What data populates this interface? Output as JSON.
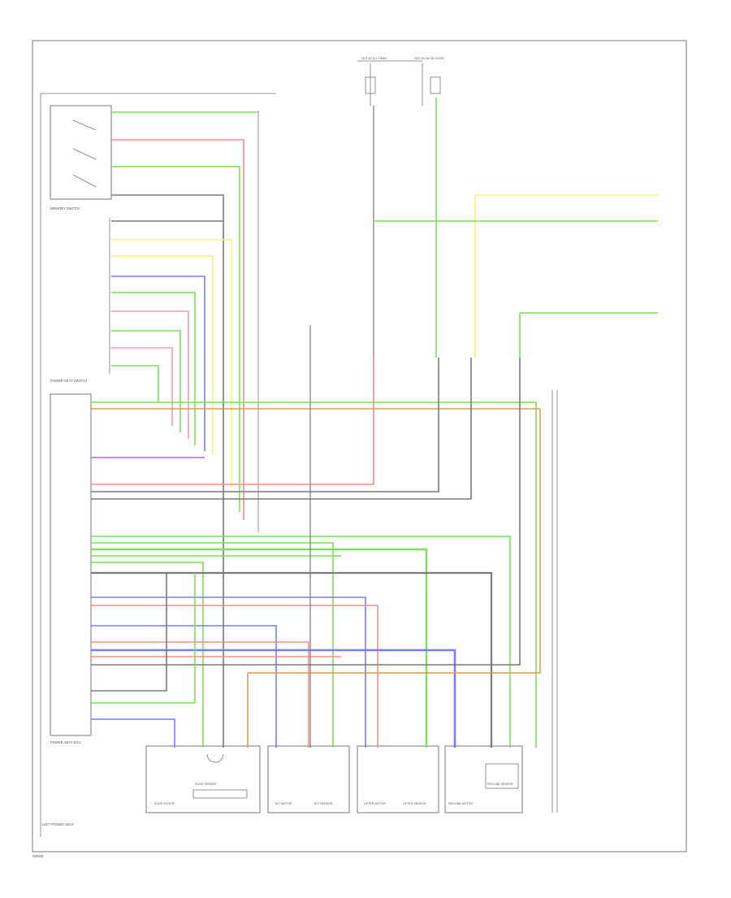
{
  "colors": {
    "green": "#7ddf5a",
    "red": "#ff8a8a",
    "yellow": "#f7f07a",
    "blue": "#7b7bff",
    "gray": "#7a7a7a",
    "purple": "#a66bd8",
    "orange": "#d8a040",
    "lightgreen": "#a8f07a",
    "pink": "#ff9ab0"
  },
  "labels": {
    "memory_switch": "MEMORY SWITCH",
    "power_seat_switch": "POWER SEAT SWITCH",
    "power_seat_ecu": "POWER SEAT ECU",
    "left_power_seat": "LEFT POWER SEAT",
    "slide_motor": "SLIDE MOTOR",
    "slide_sensor": "SLIDE SENSOR",
    "tilt_motor": "TILT MOTOR",
    "tilt_sensor": "TILT SENSOR",
    "lifter_motor": "LIFTER MOTOR",
    "lifter_sensor": "LIFTER SENSOR",
    "recline_motor": "RECLINE MOTOR",
    "recline_sensor": "RECLINE SENSOR",
    "fuse_1": "HOT AT ALL TIMES",
    "fuse_2": "HOT IN ON OR START",
    "footer": "W0000"
  }
}
